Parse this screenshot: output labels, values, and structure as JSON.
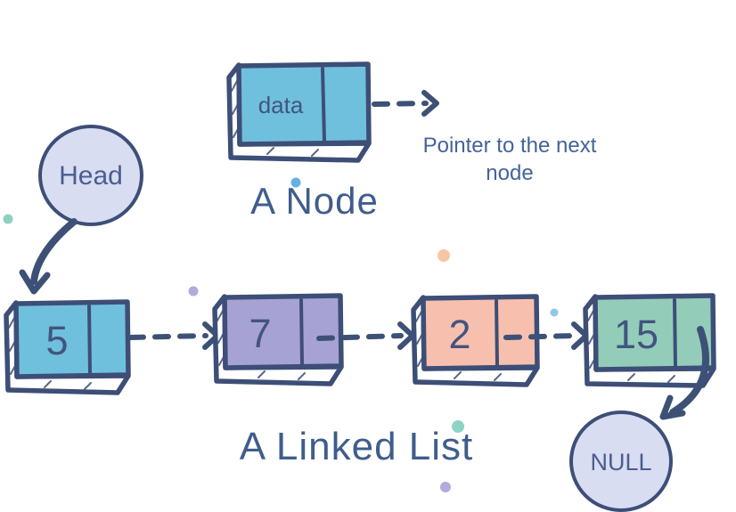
{
  "example": {
    "data_label": "data",
    "caption": "A Node",
    "pointer_caption_line1": "Pointer to the next",
    "pointer_caption_line2": "node"
  },
  "list": {
    "caption": "A Linked List",
    "head_label": "Head",
    "null_label": "NULL",
    "nodes": [
      {
        "value": "5",
        "fill": "#6fc0dd"
      },
      {
        "value": "7",
        "fill": "#a7a2d4"
      },
      {
        "value": "2",
        "fill": "#f7c0ae"
      },
      {
        "value": "15",
        "fill": "#93cdba"
      }
    ]
  },
  "colors": {
    "outline": "#3d4e77",
    "arrow": "#3d5176",
    "caption_text": "#3f5d8c",
    "label_text": "#44639a",
    "value_text": "#42547f",
    "terminal_fill": "#d8ddf2",
    "example_fill": "#6fc0dd"
  },
  "dots": [
    {
      "name": "left-seafoam-dot",
      "color": "#8fcfc0"
    },
    {
      "name": "above-node7-purple-dot",
      "color": "#b2abdc"
    },
    {
      "name": "center-peach-dot",
      "color": "#f8c5a5"
    },
    {
      "name": "above-a-node-blue-dot",
      "color": "#67b1e0"
    },
    {
      "name": "near-node15-blue-dot",
      "color": "#8cc8e8"
    },
    {
      "name": "above-list-seafoam-dot",
      "color": "#8ed3c4"
    },
    {
      "name": "below-list-purple-dot",
      "color": "#b3aade"
    }
  ]
}
